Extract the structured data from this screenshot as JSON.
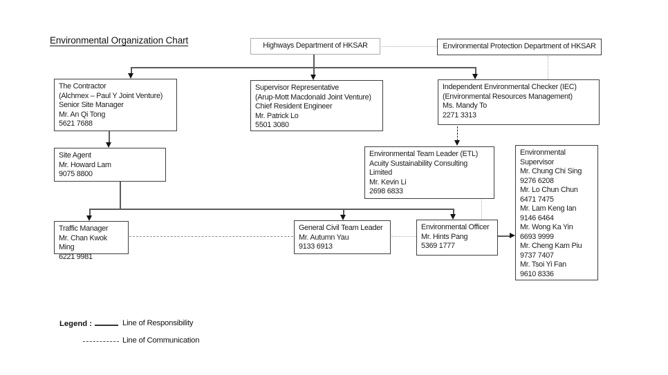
{
  "title": "Environmental Organization Chart",
  "boxes": {
    "highways": "Highways Department of HKSAR",
    "epd": "Environmental Protection Department of HKSAR",
    "contractor": "The Contractor\n(Alchmex – Paul Y Joint Venture)\nSenior Site Manager\nMr. An Qi Tong\n5621 7688",
    "supervisor_rep": "Supervisor Representative\n(Arup-Mott Macdonald Joint Venture)\nChief Resident Engineer\nMr. Patrick Lo\n5501 3080",
    "iec": "Independent Environmental Checker (IEC)\n(Environmental Resources Management)\nMs. Mandy To\n2271 3313",
    "site_agent": "Site Agent\nMr. Howard Lam\n9075 8800",
    "etl": "Environmental Team Leader (ETL)\nAcuity Sustainability Consulting\nLimited\nMr. Kevin Li\n2698 6833",
    "env_supervisor": "Environmental\nSupervisor\nMr. Chung Chi Sing\n9276 6208\nMr. Lo Chun Chun\n6471 7475\nMr. Lam Keng Ian\n9146 6464\nMr. Wong Ka Yin\n6693 9999\nMr. Cheng Kam Piu\n9737 7407\nMr. Tsoi Yi Fan\n9610 8336",
    "traffic_manager": "Traffic Manager\nMr. Chan Kwok Ming\n6221 9981",
    "general_civil": "General Civil Team Leader\nMr. Autumn Yau\n9133 6913",
    "env_officer": "Environmental Officer\nMr. Hints Pang\n5369 1777"
  },
  "legend": {
    "label": "Legend :",
    "responsibility": "Line of Responsibility",
    "communication": "Line of Communication"
  },
  "colors": {
    "box_border": "#3d3d3d",
    "light_box_border": "#ababab",
    "line_solid": "#5a5a5a",
    "line_communication": "#adadad",
    "text": "#1a1a1a"
  }
}
